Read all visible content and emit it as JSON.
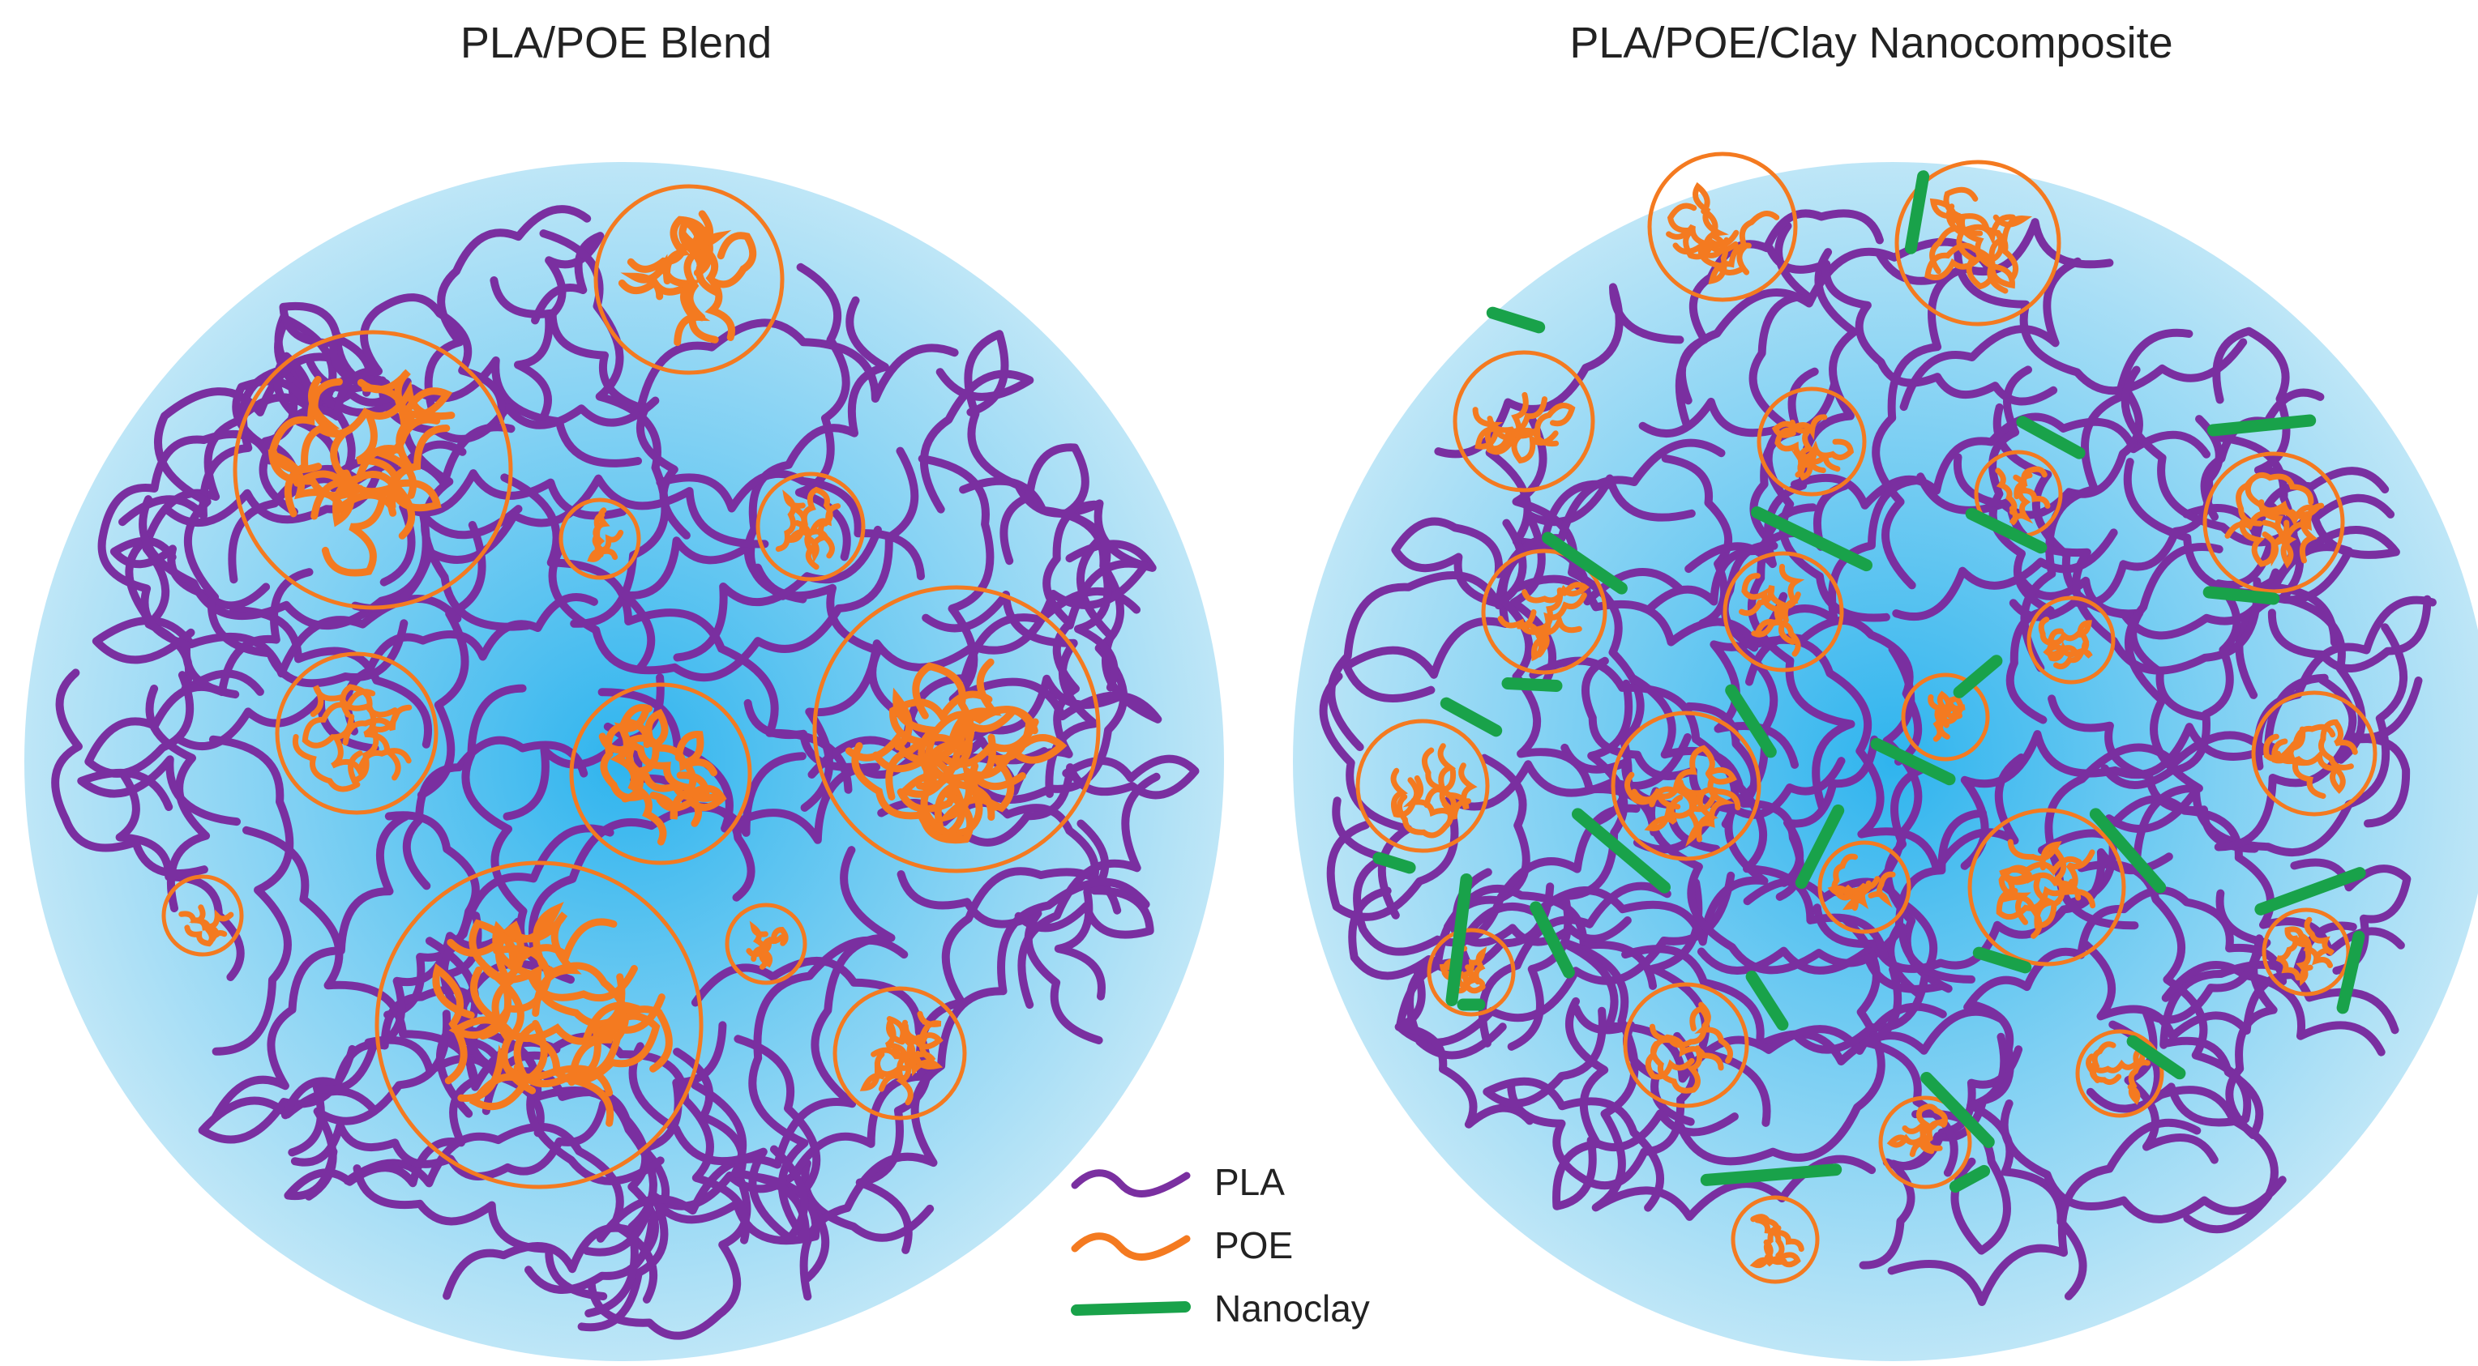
{
  "panels": [
    {
      "title": "PLA/POE Blend"
    },
    {
      "title": "PLA/POE/Clay Nanocomposite"
    }
  ],
  "legend": [
    {
      "label": "PLA",
      "color": "#7A2FA0",
      "shape": "wave"
    },
    {
      "label": "POE",
      "color": "#F47A20",
      "shape": "wave"
    },
    {
      "label": "Nanoclay",
      "color": "#19A24A",
      "shape": "bar"
    }
  ],
  "colors": {
    "matrix_center": "#2FB4EE",
    "matrix_edge": "#BEE6F7",
    "pla": "#7A2FA0",
    "poe": "#F47A20",
    "nanoclay": "#19A24A"
  }
}
